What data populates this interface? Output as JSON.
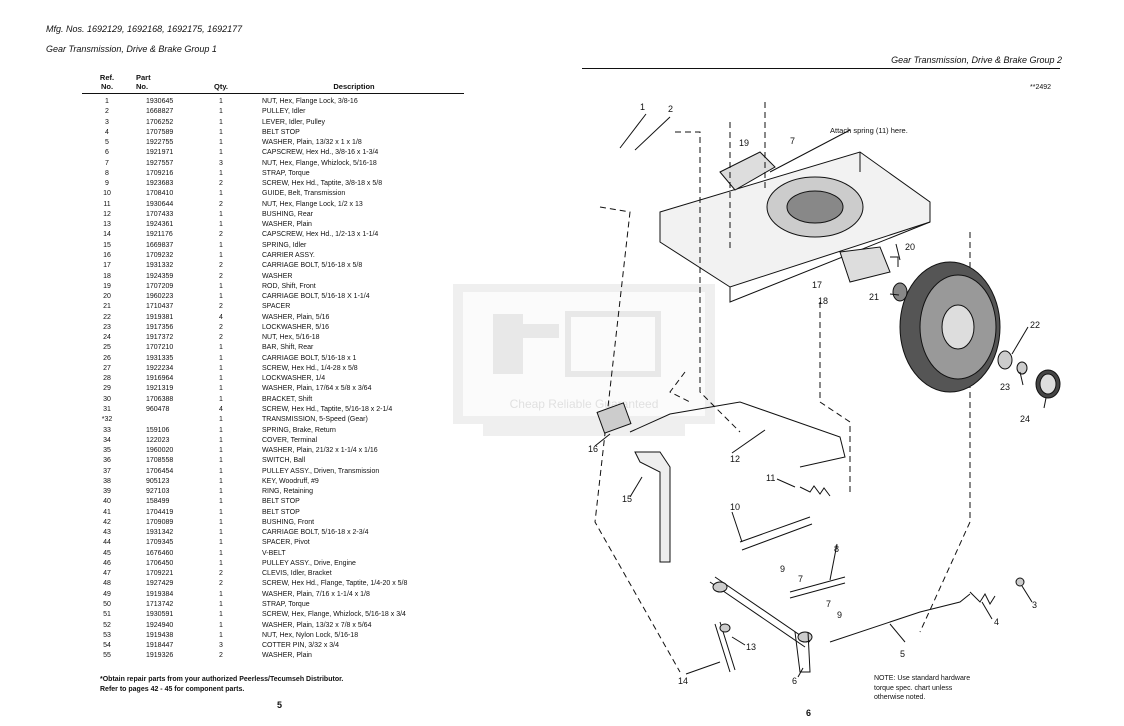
{
  "header": {
    "mfg": "Mfg. Nos. 1692129, 1692168, 1692175, 1692177",
    "group_left": "Gear Transmission, Drive & Brake Group 1",
    "group_right": "Gear Transmission, Drive & Brake Group 2",
    "drawing_code": "**2492"
  },
  "parts_table": {
    "headers": {
      "ref": "Ref.\nNo.",
      "part": "Part\nNo.",
      "qty": "Qty.",
      "desc": "Description"
    },
    "rows": [
      {
        "ref": "1",
        "part": "1930645",
        "qty": "1",
        "desc": "NUT, Hex, Flange Lock, 3/8-16"
      },
      {
        "ref": "2",
        "part": "1668827",
        "qty": "1",
        "desc": "PULLEY, Idler"
      },
      {
        "ref": "3",
        "part": "1706252",
        "qty": "1",
        "desc": "LEVER, Idler, Pulley"
      },
      {
        "ref": "4",
        "part": "1707589",
        "qty": "1",
        "desc": "BELT STOP"
      },
      {
        "ref": "5",
        "part": "1922755",
        "qty": "1",
        "desc": "WASHER, Plain, 13/32 x 1 x 1/8"
      },
      {
        "ref": "6",
        "part": "1921971",
        "qty": "1",
        "desc": "CAPSCREW, Hex Hd., 3/8-16 x 1-3/4"
      },
      {
        "ref": "7",
        "part": "1927557",
        "qty": "3",
        "desc": "NUT, Hex, Flange, Whizlock, 5/16-18"
      },
      {
        "ref": "8",
        "part": "1709216",
        "qty": "1",
        "desc": "STRAP, Torque"
      },
      {
        "ref": "9",
        "part": "1923683",
        "qty": "2",
        "desc": "SCREW, Hex Hd., Taptite, 3/8-18 x 5/8"
      },
      {
        "ref": "10",
        "part": "1708410",
        "qty": "1",
        "desc": "GUIDE, Belt, Transmission"
      },
      {
        "ref": "11",
        "part": "1930644",
        "qty": "2",
        "desc": "NUT, Hex, Flange Lock, 1/2 x 13"
      },
      {
        "ref": "12",
        "part": "1707433",
        "qty": "1",
        "desc": "BUSHING, Rear"
      },
      {
        "ref": "13",
        "part": "1924361",
        "qty": "1",
        "desc": "WASHER, Plain"
      },
      {
        "ref": "14",
        "part": "1921176",
        "qty": "2",
        "desc": "CAPSCREW, Hex Hd., 1/2-13 x 1-1/4"
      },
      {
        "ref": "15",
        "part": "1669837",
        "qty": "1",
        "desc": "SPRING, Idler"
      },
      {
        "ref": "16",
        "part": "1709232",
        "qty": "1",
        "desc": "CARRIER ASSY."
      },
      {
        "ref": "17",
        "part": "1931332",
        "qty": "2",
        "desc": "CARRIAGE BOLT, 5/16-18 x 5/8"
      },
      {
        "ref": "18",
        "part": "1924359",
        "qty": "2",
        "desc": "WASHER"
      },
      {
        "ref": "19",
        "part": "1707209",
        "qty": "1",
        "desc": "ROD, Shift, Front"
      },
      {
        "ref": "20",
        "part": "1960223",
        "qty": "1",
        "desc": "CARRIAGE BOLT, 5/16-18 X 1-1/4"
      },
      {
        "ref": "21",
        "part": "1710437",
        "qty": "2",
        "desc": "SPACER"
      },
      {
        "ref": "22",
        "part": "1919381",
        "qty": "4",
        "desc": "WASHER, Plain, 5/16"
      },
      {
        "ref": "23",
        "part": "1917356",
        "qty": "2",
        "desc": "LOCKWASHER, 5/16"
      },
      {
        "ref": "24",
        "part": "1917372",
        "qty": "2",
        "desc": "NUT, Hex, 5/16-18"
      },
      {
        "ref": "25",
        "part": "1707210",
        "qty": "1",
        "desc": "BAR, Shift, Rear"
      },
      {
        "ref": "26",
        "part": "1931335",
        "qty": "1",
        "desc": "CARRIAGE BOLT, 5/16-18 x 1"
      },
      {
        "ref": "27",
        "part": "1922234",
        "qty": "1",
        "desc": "SCREW, Hex Hd., 1/4-28 x 5/8"
      },
      {
        "ref": "28",
        "part": "1916964",
        "qty": "1",
        "desc": "LOCKWASHER, 1/4"
      },
      {
        "ref": "29",
        "part": "1921319",
        "qty": "1",
        "desc": "WASHER, Plain, 17/64 x 5/8 x 3/64"
      },
      {
        "ref": "30",
        "part": "1706388",
        "qty": "1",
        "desc": "BRACKET, Shift"
      },
      {
        "ref": "31",
        "part": "960478",
        "qty": "4",
        "desc": "SCREW, Hex Hd., Taptite, 5/16-18 x 2-1/4"
      },
      {
        "ref": "*32",
        "part": "",
        "qty": "1",
        "desc": "TRANSMISSION, 5-Speed (Gear)"
      },
      {
        "ref": "33",
        "part": "159106",
        "qty": "1",
        "desc": "SPRING, Brake, Return"
      },
      {
        "ref": "34",
        "part": "122023",
        "qty": "1",
        "desc": "COVER, Terminal"
      },
      {
        "ref": "35",
        "part": "1960020",
        "qty": "1",
        "desc": "WASHER, Plain, 21/32 x 1-1/4 x 1/16"
      },
      {
        "ref": "36",
        "part": "1708558",
        "qty": "1",
        "desc": "SWITCH, Ball"
      },
      {
        "ref": "37",
        "part": "1706454",
        "qty": "1",
        "desc": "PULLEY ASSY., Driven, Transmission"
      },
      {
        "ref": "38",
        "part": "905123",
        "qty": "1",
        "desc": "KEY, Woodruff, #9"
      },
      {
        "ref": "39",
        "part": "927103",
        "qty": "1",
        "desc": "RING, Retaining"
      },
      {
        "ref": "40",
        "part": "158499",
        "qty": "1",
        "desc": "BELT STOP"
      },
      {
        "ref": "41",
        "part": "1704419",
        "qty": "1",
        "desc": "BELT STOP"
      },
      {
        "ref": "42",
        "part": "1709089",
        "qty": "1",
        "desc": "BUSHING, Front"
      },
      {
        "ref": "43",
        "part": "1931342",
        "qty": "1",
        "desc": "CARRIAGE BOLT, 5/16-18 x 2-3/4"
      },
      {
        "ref": "44",
        "part": "1709345",
        "qty": "1",
        "desc": "SPACER, Pivot"
      },
      {
        "ref": "45",
        "part": "1676460",
        "qty": "1",
        "desc": "V-BELT"
      },
      {
        "ref": "46",
        "part": "1706450",
        "qty": "1",
        "desc": "PULLEY ASSY., Drive, Engine"
      },
      {
        "ref": "47",
        "part": "1709221",
        "qty": "2",
        "desc": "CLEVIS, Idler, Bracket"
      },
      {
        "ref": "48",
        "part": "1927429",
        "qty": "2",
        "desc": "SCREW, Hex Hd., Flange, Taptite, 1/4-20 x 5/8"
      },
      {
        "ref": "49",
        "part": "1919384",
        "qty": "1",
        "desc": "WASHER, Plain, 7/16 x 1-1/4 x 1/8"
      },
      {
        "ref": "50",
        "part": "1713742",
        "qty": "1",
        "desc": "STRAP, Torque"
      },
      {
        "ref": "51",
        "part": "1930591",
        "qty": "1",
        "desc": "SCREW, Hex, Flange, Whizlock, 5/16-18 x 3/4"
      },
      {
        "ref": "52",
        "part": "1924940",
        "qty": "1",
        "desc": "WASHER, Plain, 13/32 x 7/8 x 5/64"
      },
      {
        "ref": "53",
        "part": "1919438",
        "qty": "1",
        "desc": "NUT, Hex, Nylon Lock, 5/16-18"
      },
      {
        "ref": "54",
        "part": "1918447",
        "qty": "3",
        "desc": "COTTER PIN, 3/32  x 3/4"
      },
      {
        "ref": "55",
        "part": "1919326",
        "qty": "2",
        "desc": "WASHER, Plain"
      }
    ]
  },
  "footnote": {
    "line1": "*Obtain repair parts from your authorized Peerless/Tecumseh Distributor.",
    "line2": "Refer to pages 42 - 45 for component parts."
  },
  "page_numbers": {
    "left": "5",
    "right": "6"
  },
  "diagram": {
    "callout": "Attach spring (11) here.",
    "note_lines": [
      "NOTE: Use standard hardware",
      "torque spec. chart unless",
      "otherwise noted."
    ],
    "watermark_text": "Cheap Reliable Guaranteed",
    "watermark_logo": "R M"
  }
}
